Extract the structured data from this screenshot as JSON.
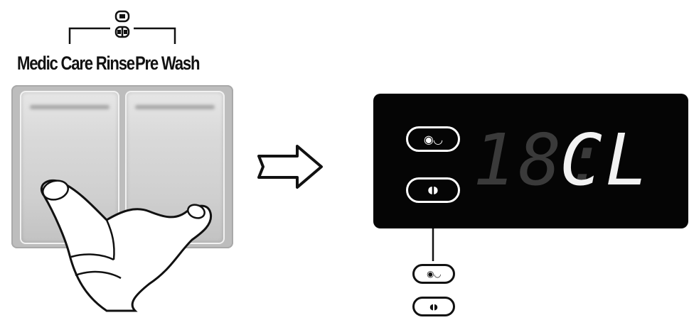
{
  "labels": {
    "left_button": "Medic Care Rinse",
    "right_button": "Pre Wash"
  },
  "display": {
    "digits_dim": "18:",
    "digits_lit": "CL"
  },
  "icons": {
    "bracket_top": "lock-icon",
    "display_upper": "lock-icon",
    "display_lower": "child-lock-icon",
    "below_upper": "lock-icon",
    "below_lower": "child-lock-icon"
  },
  "colors": {
    "display_bg": "#050505",
    "display_lit": "#f2f2f2",
    "display_dim": "#3a3a3a",
    "panel": "#bdbdbd"
  }
}
